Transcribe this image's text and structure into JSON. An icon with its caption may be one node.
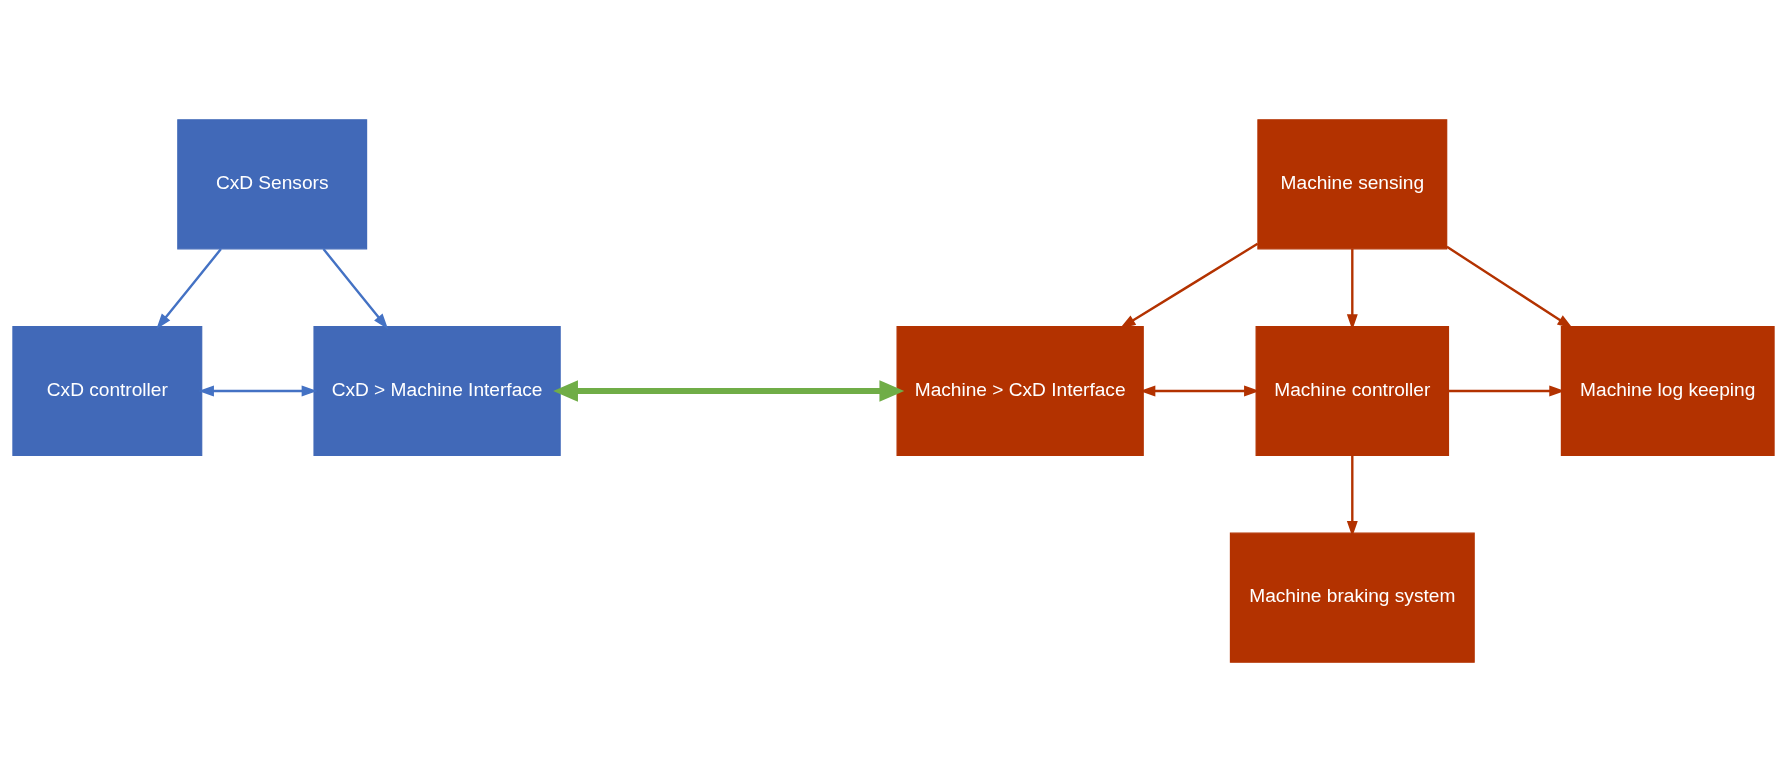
{
  "diagram": {
    "nodes": [
      {
        "text": [
          "CxD Sensors"
        ]
      },
      {
        "text": [
          "CxD controller"
        ]
      },
      {
        "text": [
          "CxD > Machine Interface"
        ]
      },
      {
        "text": [
          "Machine sensing"
        ]
      },
      {
        "text": [
          "Machine > CxD Interface"
        ]
      },
      {
        "text": [
          "Machine controller"
        ]
      },
      {
        "text": [
          "Machine log keeping"
        ]
      },
      {
        "text": [
          "Machine braking system"
        ]
      }
    ],
    "edges": [
      {
        "from": 0,
        "to": 1,
        "arrow": "to",
        "color": "#4472c4"
      },
      {
        "from": 0,
        "to": 2,
        "arrow": "to",
        "color": "#4472c4"
      },
      {
        "from": 1,
        "to": 2,
        "arrow": "both",
        "color": "#4472c4"
      },
      {
        "from": 2,
        "to": 4,
        "arrow": "both",
        "style": "thick",
        "color": "#70ad47"
      },
      {
        "from": 3,
        "to": 4,
        "arrow": "to"
      },
      {
        "from": 3,
        "to": 5,
        "arrow": "to"
      },
      {
        "from": 3,
        "to": 6,
        "arrow": "to"
      },
      {
        "from": 4,
        "to": 5,
        "arrow": "both"
      },
      {
        "from": 5,
        "to": 6,
        "arrow": "to"
      },
      {
        "from": 5,
        "to": 7,
        "arrow": "to"
      }
    ]
  }
}
